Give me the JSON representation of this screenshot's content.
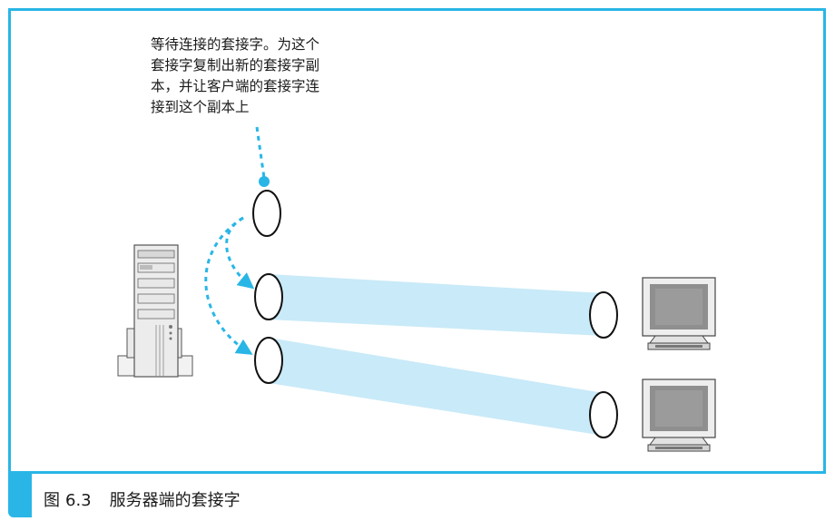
{
  "annotation": {
    "lines": [
      "等待连接的套接字。为这个",
      "套接字复制出新的套接字副",
      "本，并让客户端的套接字连",
      "接到这个副本上"
    ]
  },
  "caption": {
    "prefix": "图",
    "number": "6.3",
    "title": "服务器端的套接字"
  },
  "colors": {
    "accent": "#29b6e6",
    "tube": "#c9eaf8",
    "monitor_screen": "#8f8f8f",
    "server_body": "#ececec"
  },
  "icons": [
    "server-icon",
    "client-computer-icon",
    "socket-icon",
    "dot-marker-icon",
    "arrow-icon"
  ]
}
